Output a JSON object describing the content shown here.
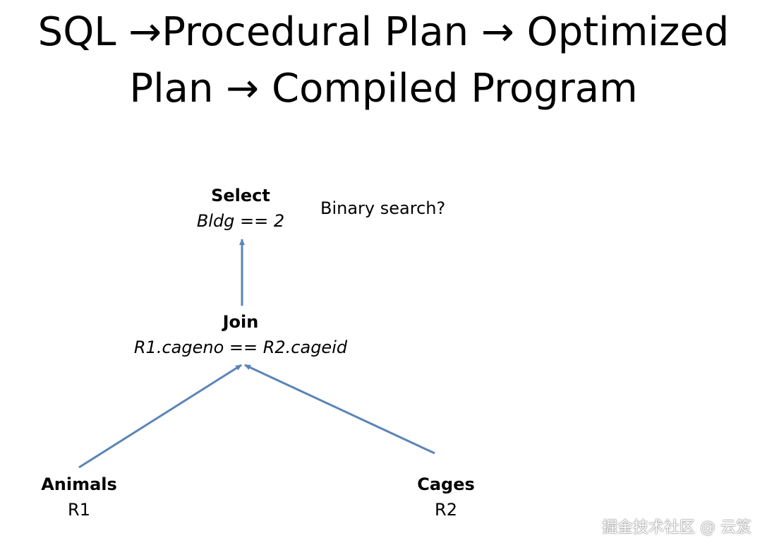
{
  "slide": {
    "title_line1": "SQL →Procedural Plan → Optimized",
    "title_line2": "Plan → Compiled Program"
  },
  "diagram": {
    "nodes": {
      "select": {
        "name": "Select",
        "detail": "Bldg == 2"
      },
      "join": {
        "name": "Join",
        "detail": "R1.cageno == R2.cageid"
      },
      "animals": {
        "name": "Animals",
        "detail": "R1"
      },
      "cages": {
        "name": "Cages",
        "detail": "R2"
      }
    },
    "note": "Binary search?",
    "edges": [
      {
        "from": "join",
        "to": "select"
      },
      {
        "from": "animals",
        "to": "join"
      },
      {
        "from": "cages",
        "to": "join"
      }
    ],
    "edge_color": "#5b84b8"
  },
  "watermark": "掘金技术社区 @ 云笈"
}
